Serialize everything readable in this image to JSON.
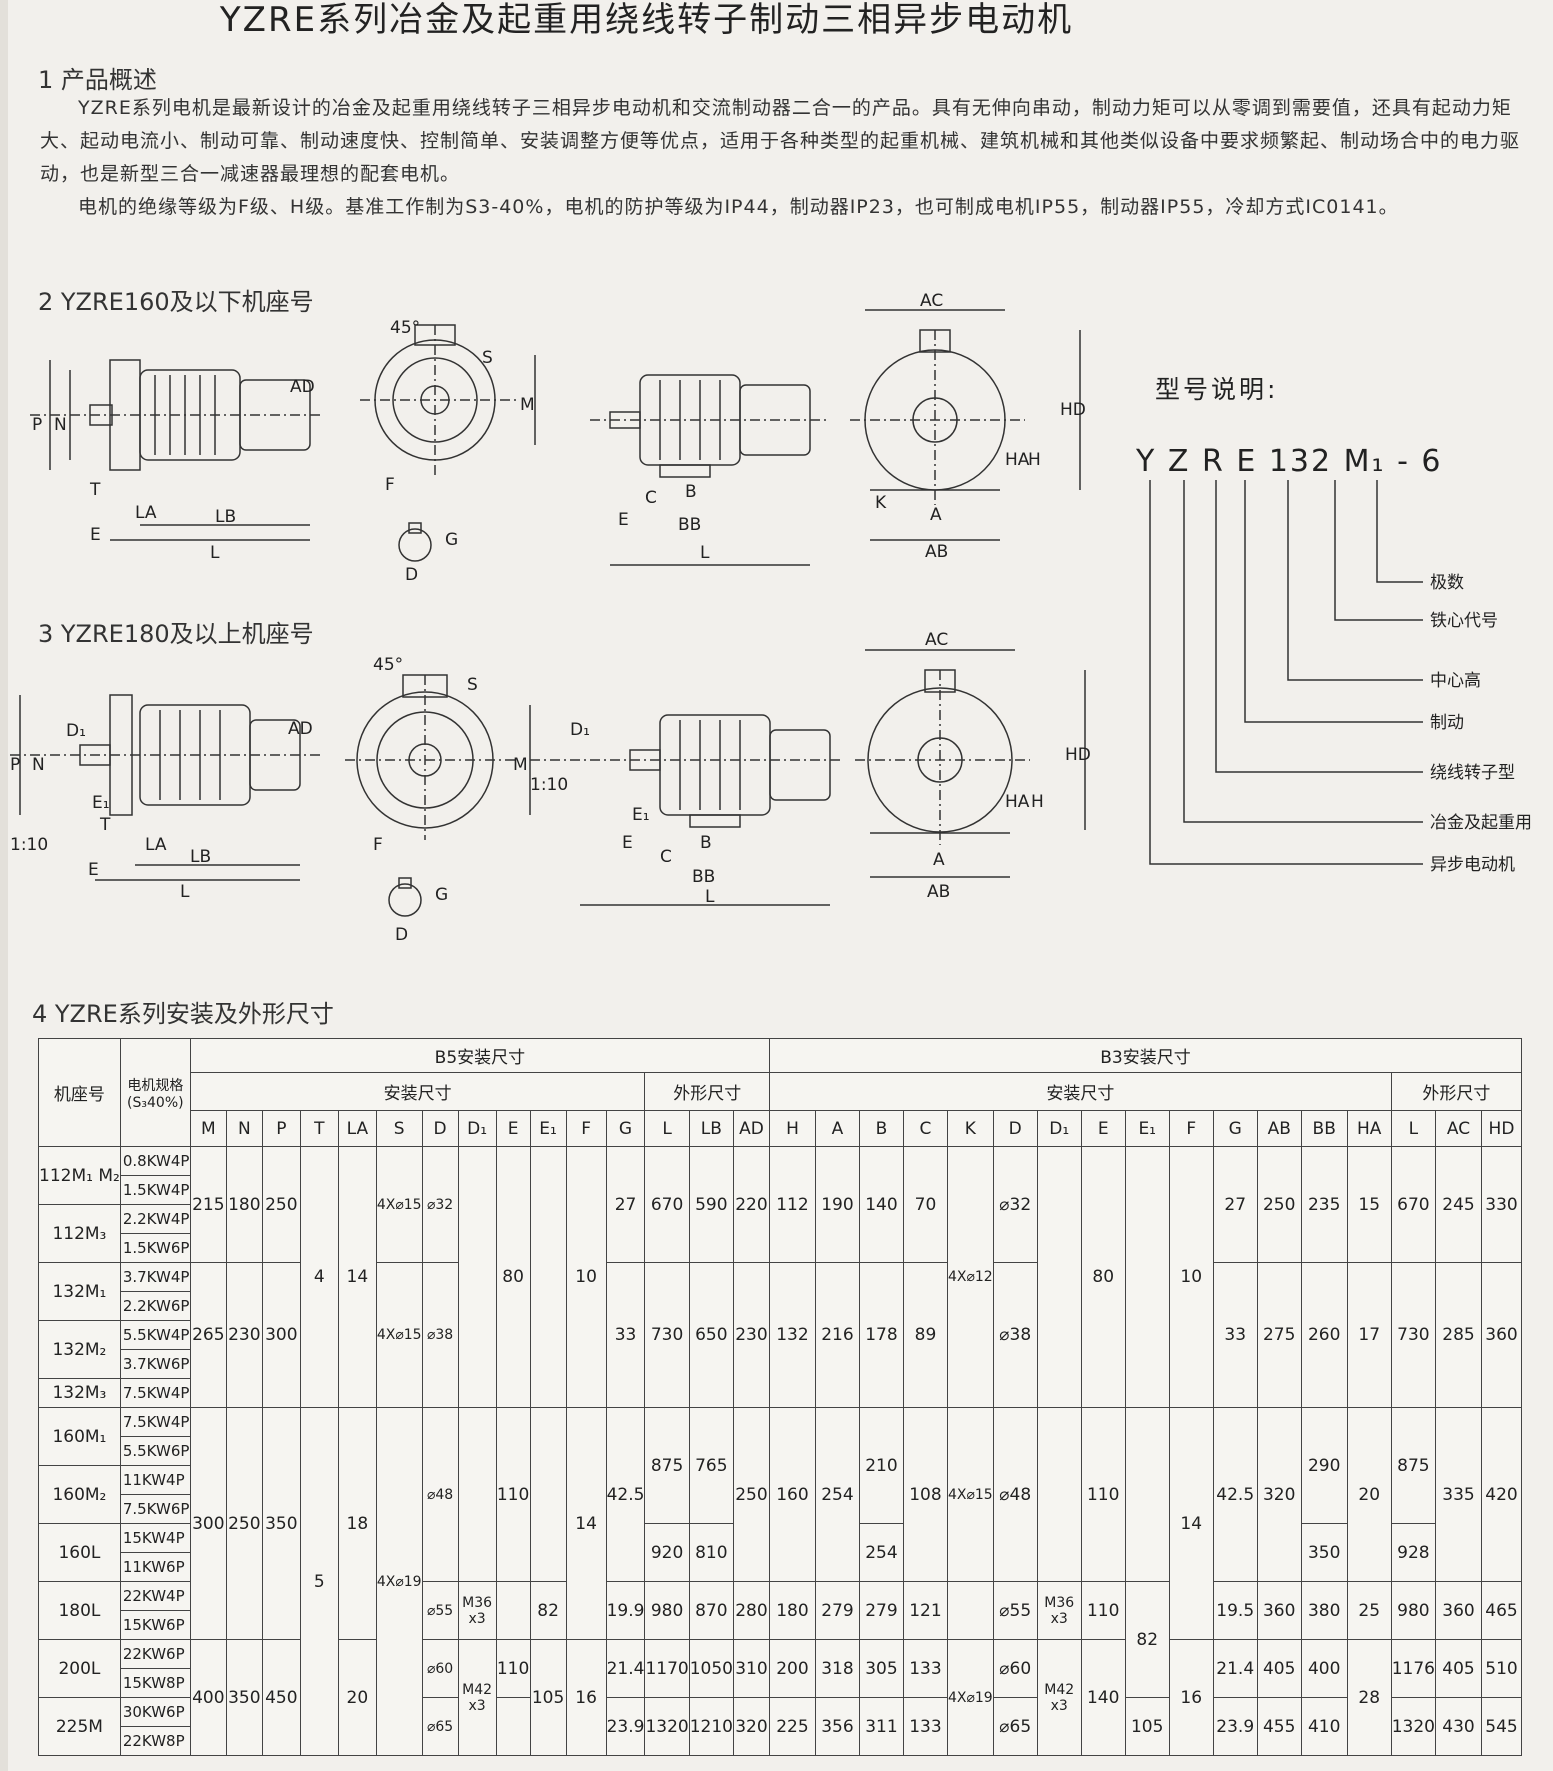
{
  "title": "YZRE系列冶金及起重用绕线转子制动三相异步电动机",
  "sections": {
    "s1": "1  产品概述",
    "s2": "2  YZRE160及以下机座号",
    "s3": "3  YZRE180及以上机座号",
    "s4": "4  YZRE系列安装及外形尺寸"
  },
  "overview": {
    "p1": "YZRE系列电机是最新设计的冶金及起重用绕线转子三相异步电动机和交流制动器二合一的产品。具有无伸向串动，制动力矩可以从零调到需要值，还具有起动力矩大、起动电流小、制动可靠、制动速度快、控制简单、安装调整方便等优点，适用于各种类型的起重机械、建筑机械和其他类似设备中要求频繁起、制动场合中的电力驱动，也是新型三合一减速器最理想的配套电机。",
    "p2": "电机的绝缘等级为F级、H级。基准工作制为S3-40%，电机的防护等级为IP44，制动器IP23，也可制成电机IP55，制动器IP55，冷却方式IC0141。"
  },
  "model_legend": {
    "title": "型号说明:",
    "code": "Y Z R E 132 M₁ - 6",
    "items": [
      "极数",
      "铁心代号",
      "中心高",
      "制动",
      "绕线转子型",
      "冶金及起重用",
      "异步电动机"
    ]
  },
  "dims": {
    "d1": [
      "AD",
      "P",
      "N",
      "T",
      "LA",
      "E",
      "LB",
      "L"
    ],
    "d2": [
      "45°",
      "S",
      "M",
      "F",
      "G",
      "D"
    ],
    "d3": [
      "C",
      "B",
      "E",
      "BB",
      "L"
    ],
    "d4": [
      "AC",
      "HD",
      "HA",
      "H",
      "K",
      "A",
      "AB"
    ],
    "d5": [
      "D₁",
      "P",
      "N",
      "E₁",
      "T",
      "1:10",
      "LA",
      "E",
      "LB",
      "L",
      "AD"
    ],
    "d6": [
      "45°",
      "S",
      "M",
      "F",
      "G",
      "D"
    ],
    "d7": [
      "D₁",
      "1:10",
      "E₁",
      "E",
      "C",
      "B",
      "BB",
      "L"
    ],
    "d8": [
      "AC",
      "HD",
      "HA",
      "H",
      "A",
      "AB"
    ]
  },
  "table": {
    "group_b5": "B5安装尺寸",
    "group_b3": "B3安装尺寸",
    "sub_install": "安装尺寸",
    "sub_outline": "外形尺寸",
    "col_frame": "机座号",
    "col_spec": "电机规格(S₃40%)",
    "b5_cols": [
      "M",
      "N",
      "P",
      "T",
      "LA",
      "S",
      "D",
      "D₁",
      "E",
      "E₁",
      "F",
      "G"
    ],
    "b5_out_cols": [
      "L",
      "LB",
      "AD"
    ],
    "b3_cols": [
      "H",
      "A",
      "B",
      "C",
      "K",
      "D",
      "D₁",
      "E",
      "E₁",
      "F",
      "G",
      "AB",
      "BB",
      "HA"
    ],
    "b3_out_cols": [
      "L",
      "AC",
      "HD"
    ],
    "frames": [
      "112M₁ M₂",
      "112M₃",
      "132M₁",
      "132M₂",
      "132M₃",
      "160M₁",
      "160M₂",
      "160L",
      "180L",
      "200L",
      "225M"
    ],
    "specs": [
      "0.8KW4P",
      "1.5KW4P",
      "2.2KW4P",
      "1.5KW6P",
      "3.7KW4P",
      "2.2KW6P",
      "5.5KW4P",
      "3.7KW6P",
      "7.5KW4P",
      "7.5KW4P",
      "5.5KW6P",
      "11KW4P",
      "7.5KW6P",
      "15KW4P",
      "11KW6P",
      "22KW4P",
      "15KW6P",
      "22KW6P",
      "15KW8P",
      "30KW6P",
      "22KW8P"
    ],
    "g112": {
      "M": "215",
      "N": "180",
      "P": "250",
      "S": "4X⌀15",
      "D": "⌀32",
      "G": "27",
      "L": "670",
      "LB": "590",
      "AD": "220",
      "H": "112",
      "A": "190",
      "B": "140",
      "C": "70",
      "D3": "⌀32",
      "G3": "27",
      "AB": "250",
      "BB": "235",
      "HA": "15",
      "L3": "670",
      "AC": "245",
      "HD": "330"
    },
    "g132": {
      "M": "265",
      "N": "230",
      "P": "300",
      "S": "4X⌀15",
      "D": "⌀38",
      "G": "33",
      "L": "730",
      "LB": "650",
      "AD": "230",
      "H": "132",
      "A": "216",
      "B": "178",
      "C": "89",
      "D3": "⌀38",
      "G3": "33",
      "AB": "275",
      "BB": "260",
      "HA": "17",
      "L3": "730",
      "AC": "285",
      "HD": "360"
    },
    "small_common": {
      "T": "4",
      "LA": "14",
      "E": "80",
      "F": "10",
      "K": "4X⌀12",
      "E3": "80",
      "F3": "10"
    },
    "g160": {
      "M": "300",
      "N": "250",
      "P": "350",
      "D": "⌀48",
      "E": "110",
      "G": "42.5",
      "L": "875",
      "LB": "765",
      "AD": "250",
      "L2": "920",
      "LB2": "810",
      "H": "160",
      "A": "254",
      "B": "210",
      "B2": "254",
      "C": "108",
      "K": "4X⌀15",
      "D3": "⌀48",
      "E3": "110",
      "G3": "42.5",
      "AB": "320",
      "BB": "290",
      "BB2": "350",
      "HA": "20",
      "L3": "875",
      "L3b": "928",
      "AC": "335",
      "HD": "420"
    },
    "large_common": {
      "T": "5",
      "LA18": "18",
      "LA20": "20",
      "S": "4X⌀19",
      "F14": "14",
      "F16": "16",
      "F3_14": "14",
      "F3_16": "16",
      "K": "4X⌀19"
    },
    "g180": {
      "D": "⌀55",
      "D1": "M36 x3",
      "E1": "82",
      "G": "19.9",
      "L": "980",
      "LB": "870",
      "AD": "280",
      "H": "180",
      "A": "279",
      "B": "279",
      "C": "121",
      "D3": "⌀55",
      "D13": "M36 x3",
      "E3": "110",
      "E13": "82",
      "G3": "19.5",
      "AB": "360",
      "BB": "380",
      "HA": "25",
      "L3": "980",
      "AC": "360",
      "HD": "465"
    },
    "g200": {
      "D": "⌀60",
      "E": "110",
      "G": "21.4",
      "L": "1170",
      "LB": "1050",
      "AD": "310",
      "H": "200",
      "A": "318",
      "B": "305",
      "C": "133",
      "D3": "⌀60",
      "G3": "21.4",
      "AB": "405",
      "BB": "400",
      "L3": "1176",
      "AC": "405",
      "HD": "510"
    },
    "g225": {
      "D": "⌀65",
      "G": "23.9",
      "L": "1320",
      "LB": "1210",
      "AD": "320",
      "H": "225",
      "A": "356",
      "B": "311",
      "C": "133",
      "D3": "⌀65",
      "E3": "140",
      "E13": "105",
      "G3": "23.9",
      "AB": "455",
      "BB": "410",
      "L3": "1320",
      "AC": "430",
      "HD": "545"
    },
    "large2": {
      "M": "400",
      "N": "350",
      "P": "450",
      "D1": "M42 x3",
      "E1": "105",
      "D13": "M42 x3",
      "HA": "28"
    }
  }
}
